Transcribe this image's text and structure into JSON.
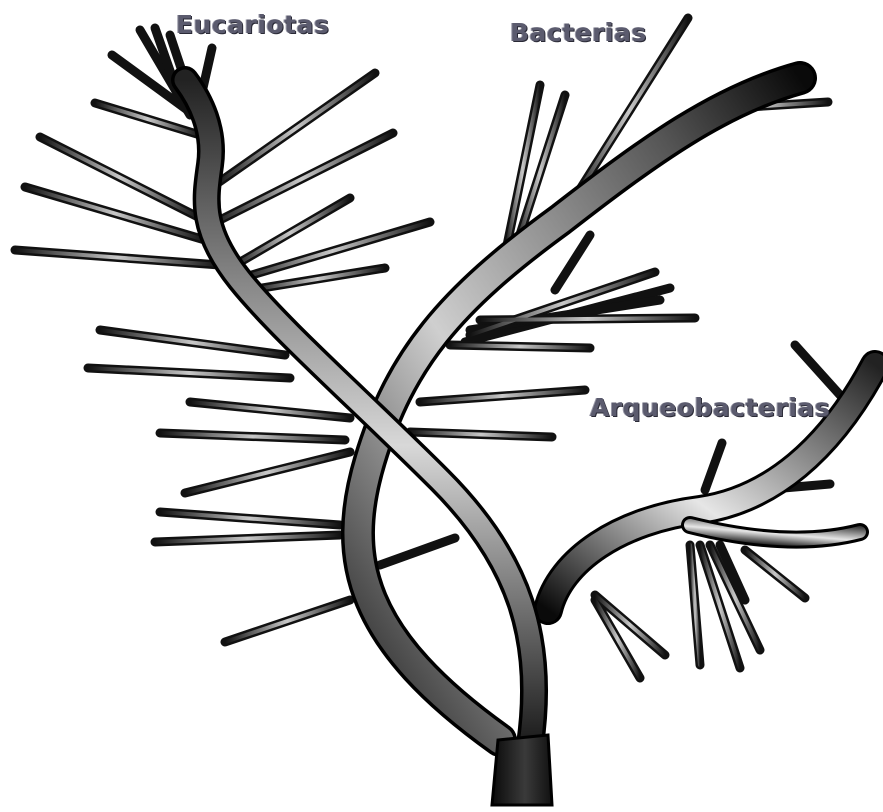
{
  "diagram": {
    "labels": {
      "eukaryotes": "Eucariotas",
      "bacteria": "Bacterias",
      "archaea": "Arqueobacterias"
    },
    "colors": {
      "branch_dark": "#0a0a0a",
      "branch_light": "#f2f2f2",
      "label": "#5b5b6e",
      "background": "#ffffff"
    }
  }
}
